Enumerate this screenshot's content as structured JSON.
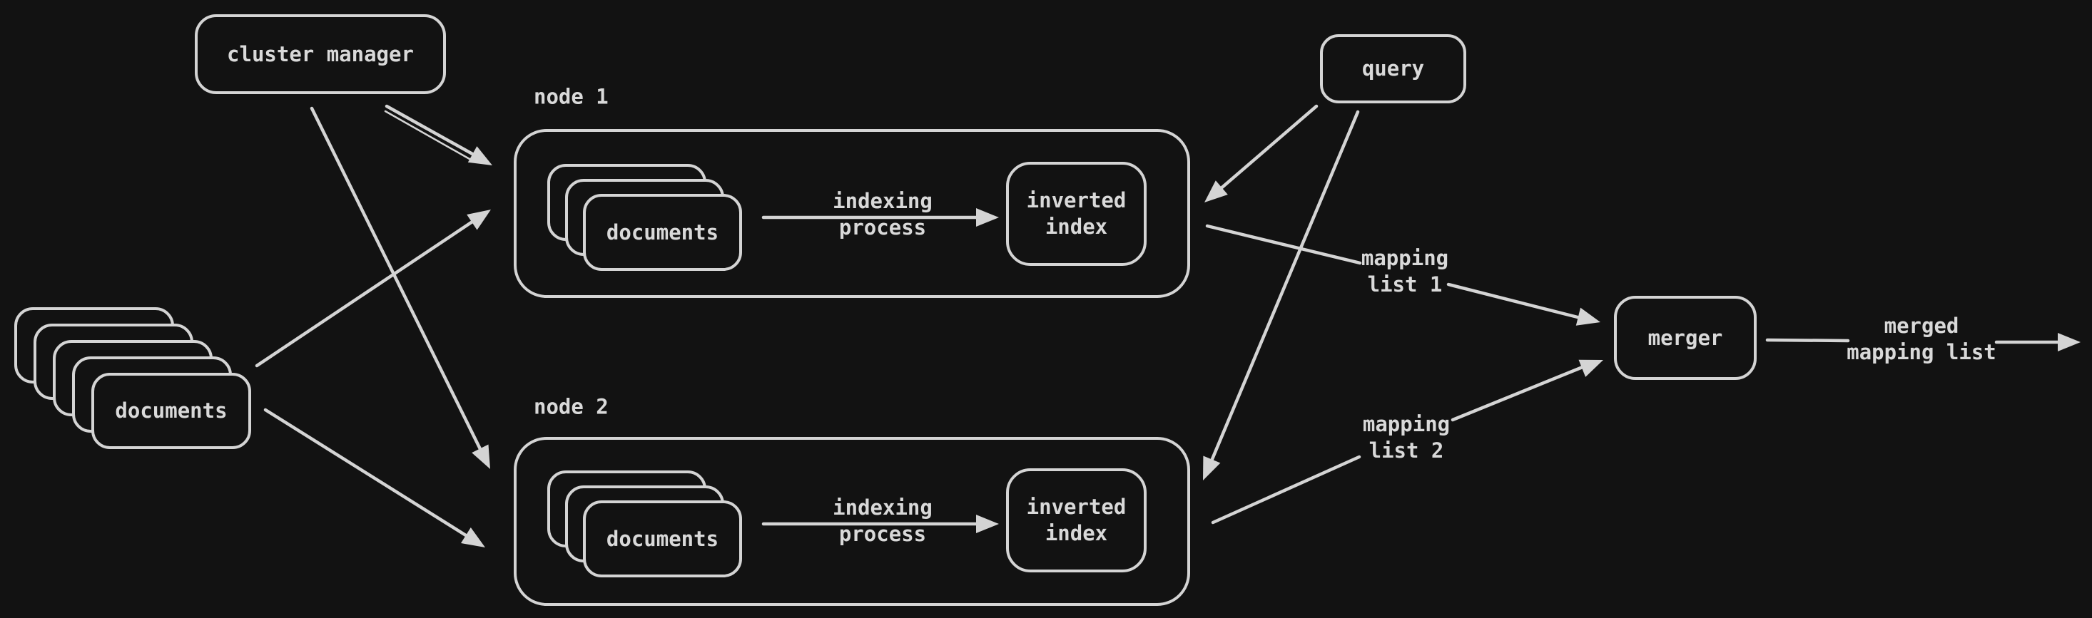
{
  "canvas": {
    "background": "#121212",
    "stroke_color": "#d4d4d4",
    "text_color": "#d9d9d9"
  },
  "nodes": {
    "cluster_manager": {
      "label": "cluster manager"
    },
    "documents_input": {
      "label": "documents"
    },
    "query": {
      "label": "query"
    },
    "node1": {
      "title": "node 1",
      "documents_label": "documents",
      "inverted_index_label": "inverted\nindex"
    },
    "node2": {
      "title": "node 2",
      "documents_label": "documents",
      "inverted_index_label": "inverted\nindex"
    },
    "merger": {
      "label": "merger"
    }
  },
  "edges": {
    "indexing_node1": {
      "label": "indexing\nprocess",
      "from": "node1 documents",
      "to": "node1 inverted index"
    },
    "indexing_node2": {
      "label": "indexing\nprocess",
      "from": "node2 documents",
      "to": "node2 inverted index"
    },
    "cluster_to_node1": {
      "label": "",
      "from": "cluster manager",
      "to": "node 1"
    },
    "cluster_to_node2": {
      "label": "",
      "from": "cluster manager",
      "to": "node 2"
    },
    "documents_to_node1": {
      "label": "",
      "from": "documents",
      "to": "node 1"
    },
    "documents_to_node2": {
      "label": "",
      "from": "documents",
      "to": "node 2"
    },
    "query_to_node1": {
      "label": "",
      "from": "query",
      "to": "node1 inverted index"
    },
    "query_to_node2": {
      "label": "",
      "from": "query",
      "to": "node2 inverted index"
    },
    "mapping_list_1": {
      "label": "mapping\nlist 1",
      "from": "node1 inverted index",
      "to": "merger"
    },
    "mapping_list_2": {
      "label": "mapping\nlist 2",
      "from": "node2 inverted index",
      "to": "merger"
    },
    "merged_output": {
      "label": "merged\nmapping list",
      "from": "merger",
      "to": "out"
    }
  }
}
